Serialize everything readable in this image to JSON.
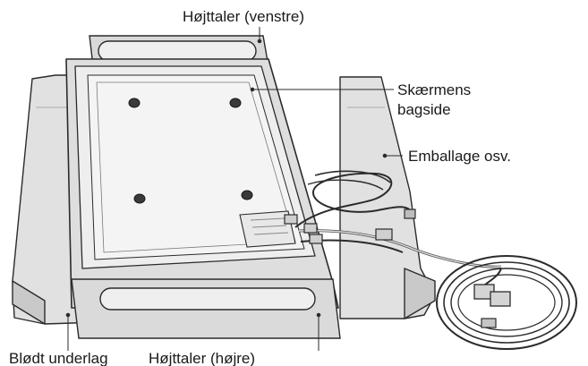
{
  "labels": {
    "speaker_left": "Højttaler (venstre)",
    "screen_back_line1": "Skærmens",
    "screen_back_line2": "bagside",
    "packaging": "Emballage osv.",
    "soft_pad": "Blødt underlag",
    "speaker_right": "Højttaler (højre)"
  },
  "colors": {
    "line": "#2b2b2b",
    "fill_light": "#e6e6e6",
    "fill_mid": "#d2d2d2",
    "fill_dark": "#bdbdbd",
    "background": "#ffffff"
  }
}
